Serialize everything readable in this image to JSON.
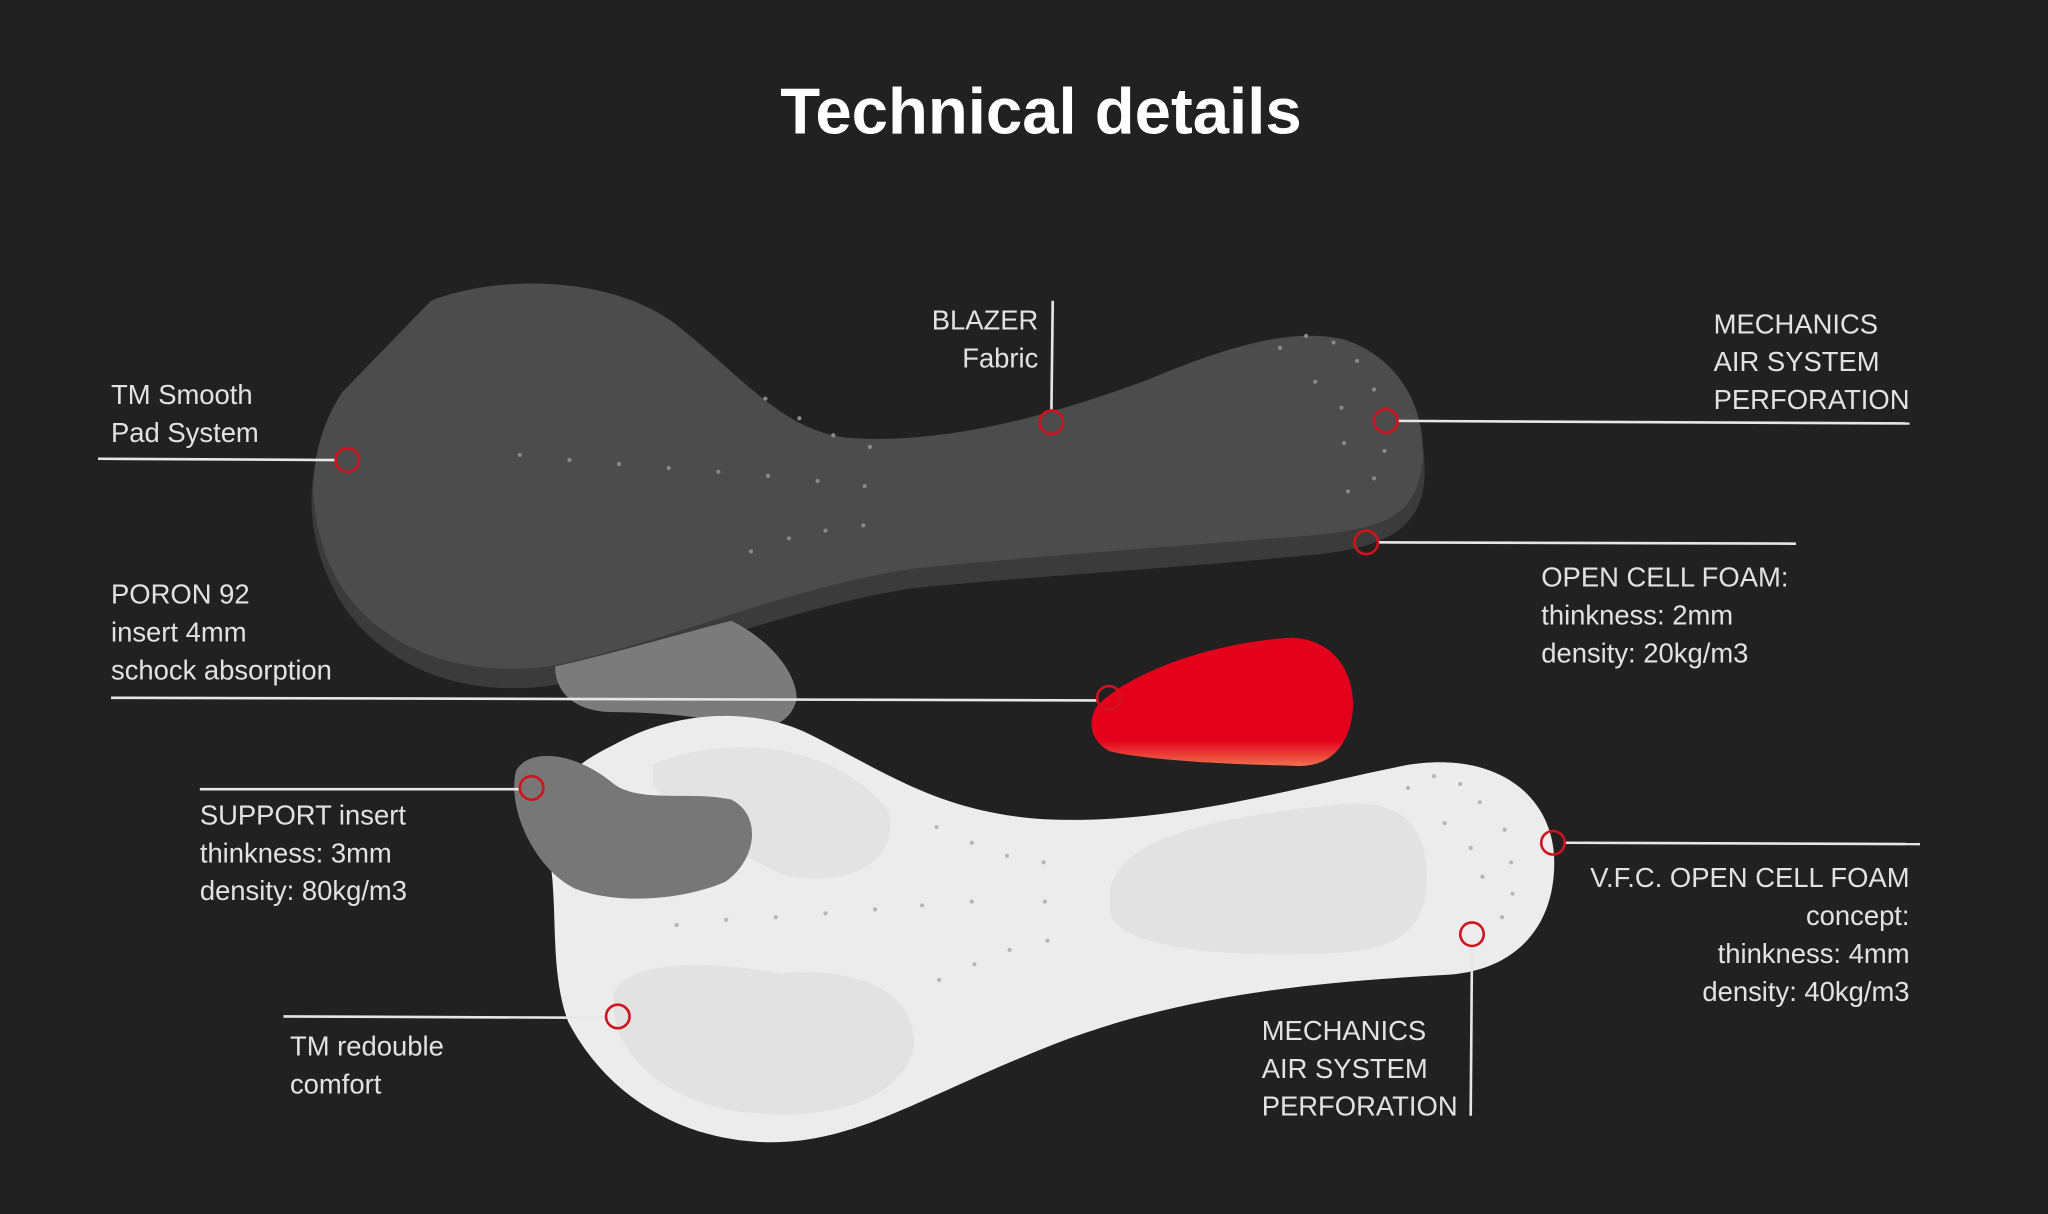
{
  "title": "Technical details",
  "colors": {
    "background": "#212121",
    "accent": "#d0141e",
    "text": "#e2e2e2"
  },
  "labels": {
    "tm_smooth": [
      "TM Smooth",
      "Pad System"
    ],
    "blazer": [
      "BLAZER",
      "Fabric"
    ],
    "mechanics_top": [
      "MECHANICS",
      "AIR SYSTEM",
      "PERFORATION"
    ],
    "open_cell": [
      "OPEN CELL FOAM:",
      "thinkness: 2mm",
      "density: 20kg/m3"
    ],
    "poron": [
      "PORON 92",
      "insert 4mm",
      "schock absorption"
    ],
    "support": [
      "SUPPORT insert",
      "thinkness: 3mm",
      "density: 80kg/m3"
    ],
    "vfc": [
      "V.F.C. OPEN CELL FOAM",
      "concept:",
      "thinkness: 4mm",
      "density: 40kg/m3"
    ],
    "redouble": [
      "TM redouble",
      "comfort"
    ],
    "mechanics_bottom": [
      "MECHANICS",
      "AIR SYSTEM",
      "PERFORATION"
    ]
  }
}
